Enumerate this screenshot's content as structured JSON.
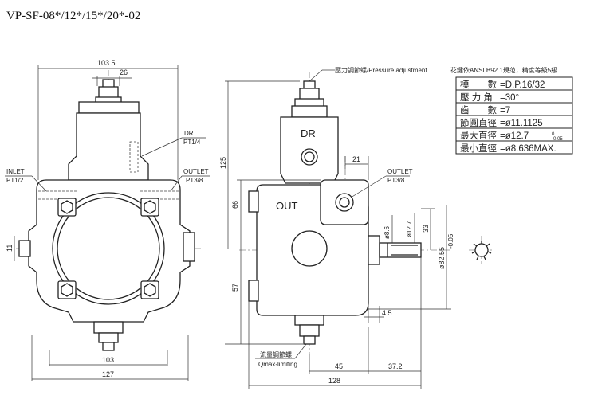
{
  "title": "VP-SF-08*/12*/15*/20*-02",
  "front_view": {
    "dims": {
      "top_width": "103.5",
      "shaft_width": "26",
      "base_width": "103",
      "total_width": "127",
      "shaft_height": "11"
    },
    "ports": {
      "dr_label": "DR",
      "dr_size": "PT1/4",
      "inlet_label": "INLET",
      "inlet_size": "PT1/2",
      "outlet_label": "OUTLET",
      "outlet_size": "PT3/8"
    }
  },
  "side_view": {
    "pressure_label": "壓力調節螺/Pressure adjustment",
    "dr_mark": "DR",
    "out_mark": "OUT",
    "outlet_label": "OUTLET",
    "outlet_size": "PT3/8",
    "dims": {
      "h_total": "125",
      "h_upper": "66",
      "h_lower": "57",
      "w21": "21",
      "d_bore": "ø8.6",
      "d_shaft": "ø12.7",
      "h33": "33",
      "d_flange": "ø82.55",
      "d_flange_tol": "-0.05",
      "w45": "4.5",
      "w_45": "45",
      "w_37": "37.2",
      "w_128": "128"
    },
    "qmax_label_cn": "流量調節螺",
    "qmax_label_en": "Qmax-limiting"
  },
  "spline_table": {
    "caption": "花鍵依ANSI B92.1規范，精度等級5級",
    "rows": [
      {
        "label": "模　　數",
        "value": "=D.P.16/32"
      },
      {
        "label": "壓 力 角",
        "value": "=30°"
      },
      {
        "label": "齒　　數",
        "value": "=7"
      },
      {
        "label": "節圓直徑",
        "value": "=ø11.1125"
      },
      {
        "label": "最大直徑",
        "value": "=ø12.7"
      },
      {
        "label": "最小直徑",
        "value": "=ø8.636MAX."
      }
    ],
    "tol_upper": "0",
    "tol_lower": "-0.05"
  }
}
